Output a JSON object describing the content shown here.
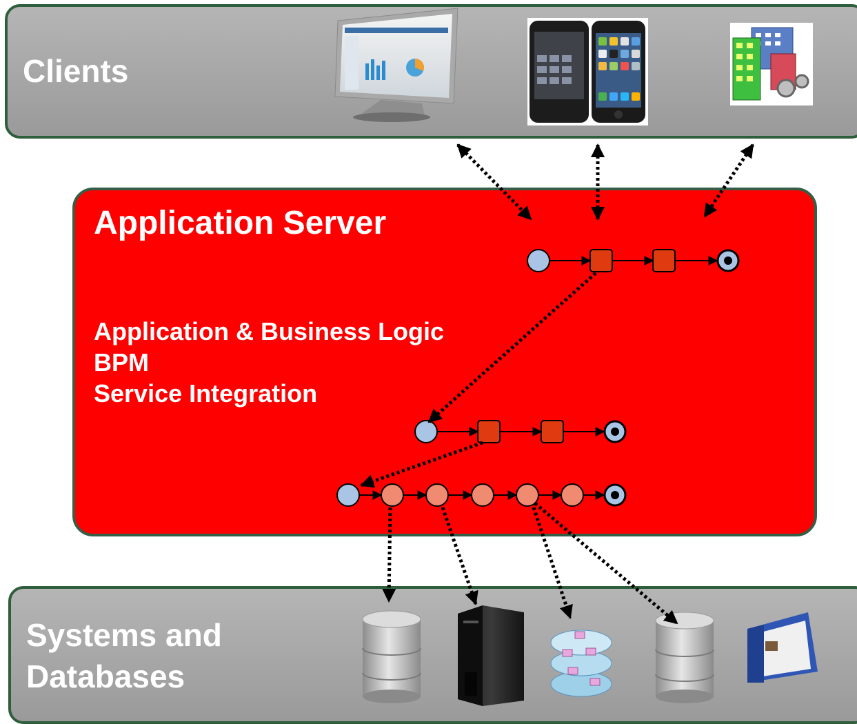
{
  "clients": {
    "title": "Clients"
  },
  "app_server": {
    "title": "Application Server",
    "capabilities": [
      "Application & Business Logic",
      "BPM",
      "Service Integration"
    ]
  },
  "systems": {
    "title_line1": "Systems and",
    "title_line2": "Databases"
  },
  "colors": {
    "band_gray": "#a8a8a8",
    "band_border": "#2f5e3c",
    "app_server_red": "#ff0000",
    "task_orange": "#e03a10",
    "activity_salmon": "#f08a70",
    "start_blue": "#a9c4e4"
  },
  "client_icons": [
    "desktop-monitor-icon",
    "blackberry-phone-icon",
    "iphone-icon",
    "enterprise-buildings-icon"
  ],
  "system_icons": [
    "database-icon",
    "server-tower-icon",
    "workflow-layers-icon",
    "database-icon",
    "document-folder-icon"
  ]
}
